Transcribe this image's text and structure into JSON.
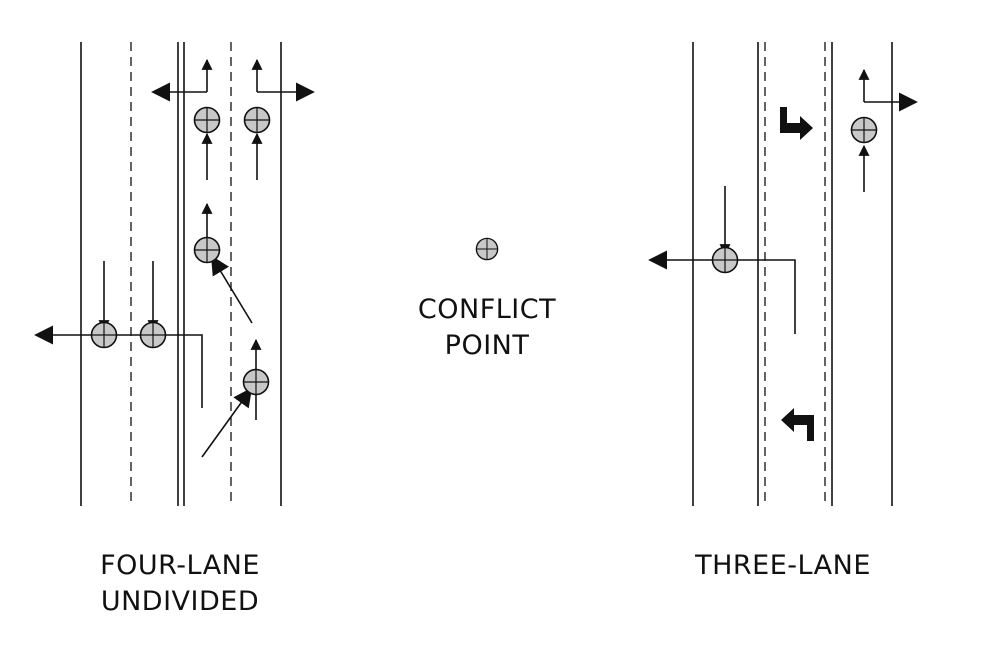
{
  "labels": {
    "legend_line1": "CONFLICT",
    "legend_line2": "POINT",
    "left_line1": "FOUR-LANE",
    "left_line2": "UNDIVIDED",
    "right_line1": "THREE-LANE"
  },
  "colors": {
    "ink": "#111111",
    "conflict_fill": "#c8c8c8",
    "background": "#ffffff"
  },
  "icons": {
    "conflict_point": "circle-crosshair-icon",
    "turn_arrow": "bent-arrow-icon"
  }
}
